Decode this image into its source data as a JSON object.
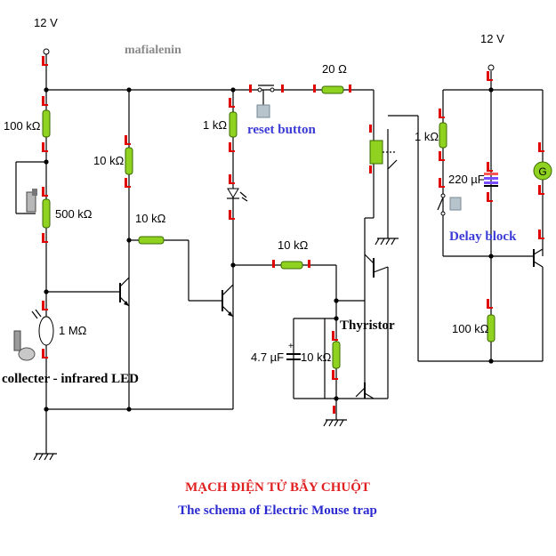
{
  "author": "mafialenin",
  "labels": {
    "v12_left": "12 V",
    "v12_right": "12 V",
    "r_100k_top": "100 kΩ",
    "r_500k": "500 kΩ",
    "r_10k_a": "10 kΩ",
    "r_10k_b": "10 kΩ",
    "r_1k_left": "1 kΩ",
    "r_20": "20 Ω",
    "r_1k_right": "1 kΩ",
    "r_10k_c": "10 kΩ",
    "r_1m": "1 MΩ",
    "cap_47u": "4.7 µF",
    "r_10k_d": "10 kΩ",
    "cap_220u": "220 µF",
    "r_100k_bottom": "100 kΩ",
    "reset_button": "reset button",
    "delay_block": "Delay block",
    "thyristor": "Thyristor",
    "collector": "collecter - infrared LED",
    "gauge": "G"
  },
  "title": {
    "vietnamese": "MẠCH ĐIỆN TỬ BẪY CHUỘT",
    "english": "The schema of Electric Mouse trap"
  },
  "colors": {
    "red_title": "#e02020",
    "blue_title": "#2a2ad0",
    "resistor_fill": "#8fd21f",
    "pin": "#e00000"
  }
}
